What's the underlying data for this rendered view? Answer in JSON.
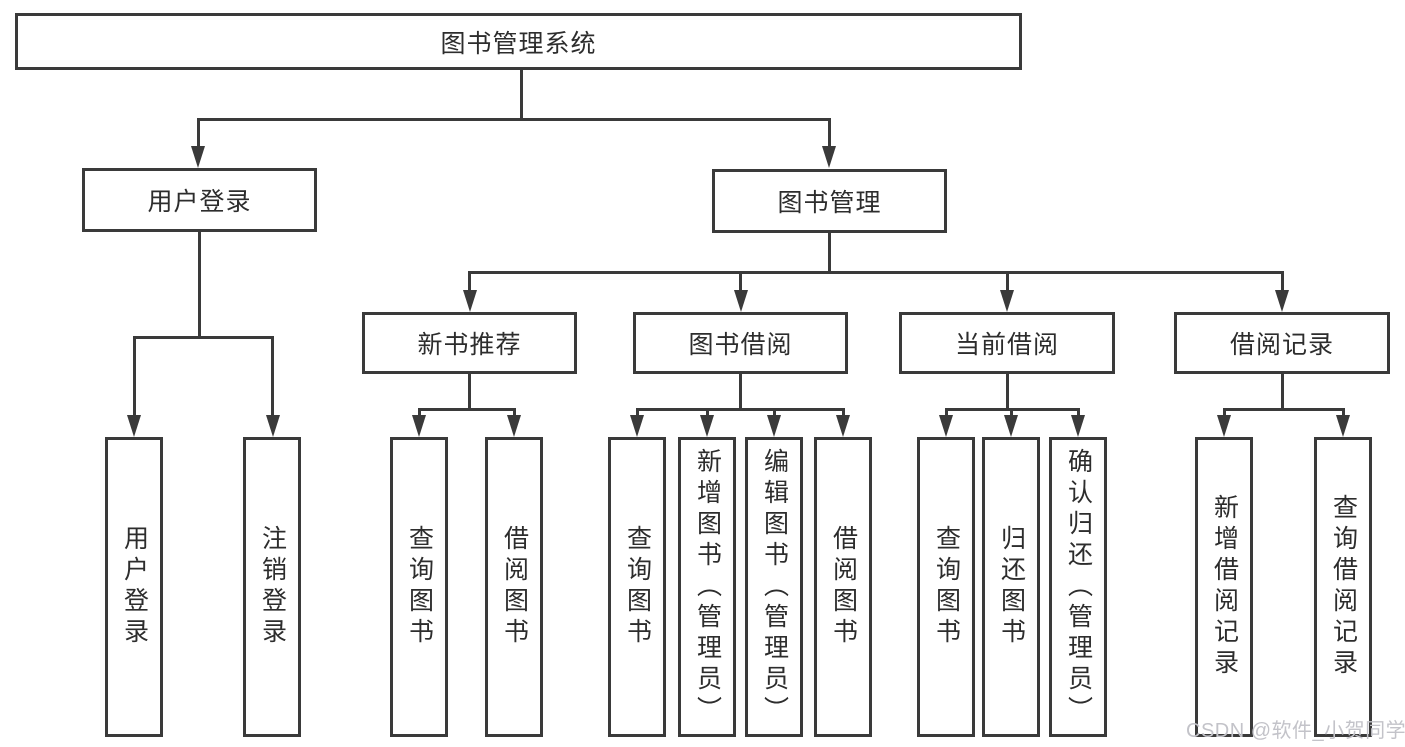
{
  "colors": {
    "line": "#3a3a3a",
    "text": "#2d2d2d",
    "node_background": "#ffffff",
    "watermark": "#c3c3c9"
  },
  "tree": {
    "label": "图书管理系统",
    "children": [
      {
        "label": "用户登录",
        "children": [
          {
            "label": "用户登录"
          },
          {
            "label": "注销登录"
          }
        ]
      },
      {
        "label": "图书管理",
        "children": [
          {
            "label": "新书推荐",
            "children": [
              {
                "label": "查询图书"
              },
              {
                "label": "借阅图书"
              }
            ]
          },
          {
            "label": "图书借阅",
            "children": [
              {
                "label": "查询图书"
              },
              {
                "label": "新增图书（管理员）"
              },
              {
                "label": "编辑图书（管理员）"
              },
              {
                "label": "借阅图书"
              }
            ]
          },
          {
            "label": "当前借阅",
            "children": [
              {
                "label": "查询图书"
              },
              {
                "label": "归还图书"
              },
              {
                "label": "确认归还（管理员）"
              }
            ]
          },
          {
            "label": "借阅记录",
            "children": [
              {
                "label": "新增借阅记录"
              },
              {
                "label": "查询借阅记录"
              }
            ]
          }
        ]
      }
    ]
  },
  "watermark": {
    "text": "CSDN @软件_小贺同学"
  }
}
